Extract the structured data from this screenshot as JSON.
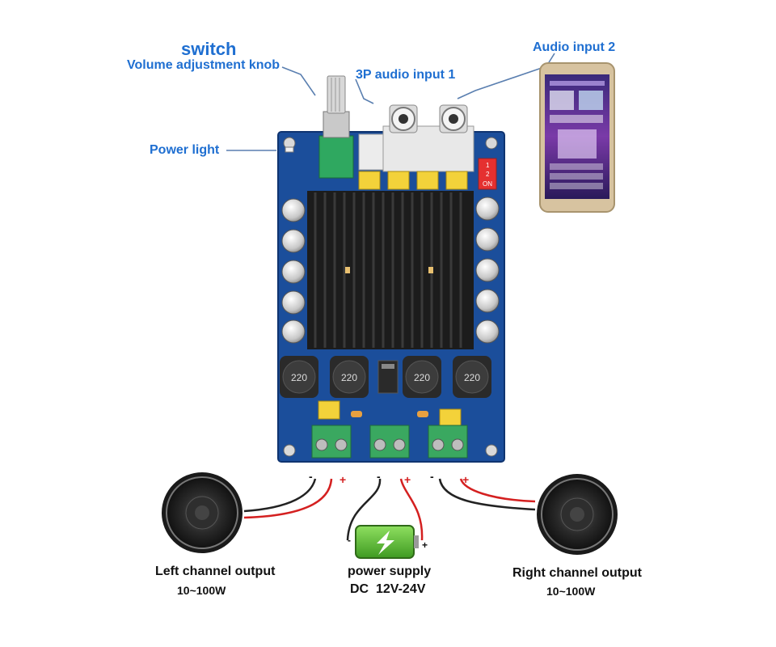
{
  "labels": {
    "switch": "switch",
    "volume_knob": "Volume adjustment knob",
    "audio_input_1": "3P audio input 1",
    "audio_input_2": "Audio input 2",
    "power_light": "Power light"
  },
  "outputs": {
    "left": {
      "title": "Left channel output",
      "power": "10~100W"
    },
    "supply": {
      "title": "power supply",
      "voltage": "DC  12V-24V"
    },
    "right": {
      "title": "Right channel output",
      "power": "10~100W"
    }
  },
  "board": {
    "inductor_marking": "220",
    "dip_labels": [
      "1",
      "2",
      "ON"
    ]
  },
  "polarity": {
    "minus": "-",
    "plus": "+"
  },
  "colors": {
    "label_blue": "#1f6fd1",
    "pcb_blue": "#1b4e9b",
    "heatsink": "#1c1c1c",
    "terminal_green": "#3aa860",
    "battery_green": "#5ec43a",
    "wire_red": "#d42020"
  }
}
